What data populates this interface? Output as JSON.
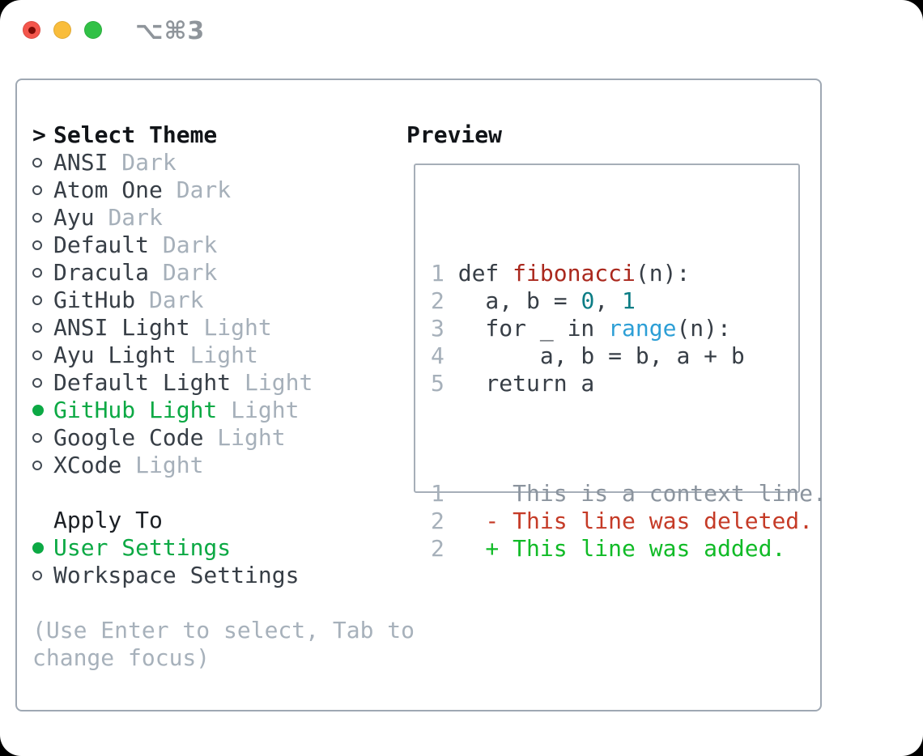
{
  "window": {
    "title_shortcut": "⌥⌘3"
  },
  "theme_picker": {
    "header_prefix": ">",
    "header": "Select Theme",
    "items": [
      {
        "name": "ANSI",
        "variant": "Dark",
        "selected": false
      },
      {
        "name": "Atom One",
        "variant": "Dark",
        "selected": false
      },
      {
        "name": "Ayu",
        "variant": "Dark",
        "selected": false
      },
      {
        "name": "Default",
        "variant": "Dark",
        "selected": false
      },
      {
        "name": "Dracula",
        "variant": "Dark",
        "selected": false
      },
      {
        "name": "GitHub",
        "variant": "Dark",
        "selected": false
      },
      {
        "name": "ANSI Light",
        "variant": "Light",
        "selected": false
      },
      {
        "name": "Ayu Light",
        "variant": "Light",
        "selected": false
      },
      {
        "name": "Default Light",
        "variant": "Light",
        "selected": false
      },
      {
        "name": "GitHub Light",
        "variant": "Light",
        "selected": true
      },
      {
        "name": "Google Code",
        "variant": "Light",
        "selected": false
      },
      {
        "name": "XCode",
        "variant": "Light",
        "selected": false
      }
    ]
  },
  "apply_to": {
    "header": "Apply To",
    "options": [
      {
        "label": "User Settings",
        "selected": true
      },
      {
        "label": "Workspace Settings",
        "selected": false
      }
    ]
  },
  "hint": {
    "lines": [
      "(Use Enter to select, Tab to",
      "change focus)"
    ]
  },
  "preview": {
    "header": "Preview",
    "code_lines": [
      {
        "num": "1",
        "tokens": [
          {
            "text": "def ",
            "cls": "plain"
          },
          {
            "text": "fibonacci",
            "cls": "func"
          },
          {
            "text": "(n):",
            "cls": "plain"
          }
        ]
      },
      {
        "num": "2",
        "tokens": [
          {
            "text": "  a, b = ",
            "cls": "plain"
          },
          {
            "text": "0",
            "cls": "num"
          },
          {
            "text": ", ",
            "cls": "plain"
          },
          {
            "text": "1",
            "cls": "num"
          }
        ]
      },
      {
        "num": "3",
        "tokens": [
          {
            "text": "  for _ in ",
            "cls": "plain"
          },
          {
            "text": "range",
            "cls": "call"
          },
          {
            "text": "(n):",
            "cls": "plain"
          }
        ]
      },
      {
        "num": "4",
        "tokens": [
          {
            "text": "      a, b = b, a + b",
            "cls": "plain"
          }
        ]
      },
      {
        "num": "5",
        "tokens": [
          {
            "text": "  return a",
            "cls": "plain"
          }
        ]
      }
    ],
    "diff_lines": [
      {
        "num": "1",
        "tokens": [
          {
            "text": "    This is a context line.",
            "cls": "context"
          }
        ]
      },
      {
        "num": "2",
        "tokens": [
          {
            "text": "  - This line was deleted.",
            "cls": "deleted"
          }
        ]
      },
      {
        "num": "2",
        "tokens": [
          {
            "text": "  + This line was added.",
            "cls": "added"
          }
        ]
      }
    ]
  },
  "colors": {
    "selection_green": "#0ca944",
    "added_green": "#11bb27",
    "deleted_red": "#c53b27",
    "function_red": "#aa281d",
    "number_teal": "#0c7d85",
    "call_blue": "#2d9fd6"
  }
}
